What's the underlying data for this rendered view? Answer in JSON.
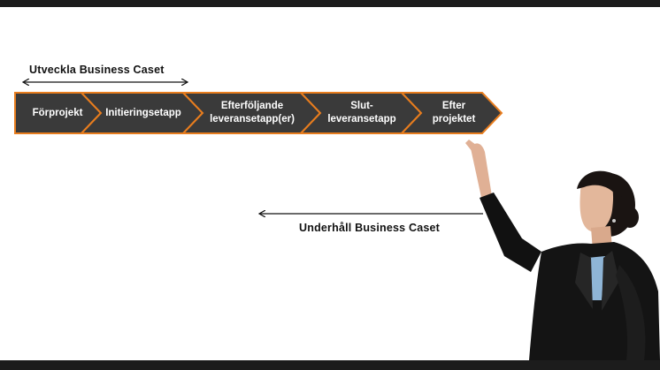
{
  "slide": {
    "develop_caption": "Utveckla Business Caset",
    "maintain_caption": "Underhåll Business Caset",
    "steps": [
      {
        "label": "Förprojekt"
      },
      {
        "label": "Initieringsetapp"
      },
      {
        "label": "Efterföljande\nleveransetapp(er)"
      },
      {
        "label": "Slut-\nleveransetapp"
      },
      {
        "label": "Efter\nprojektet"
      }
    ]
  },
  "colors": {
    "chevron_fill": "#3a3a3a",
    "chevron_outline": "#e87d1e",
    "frame_bar": "#1c1c1c",
    "arrow": "#111111"
  }
}
